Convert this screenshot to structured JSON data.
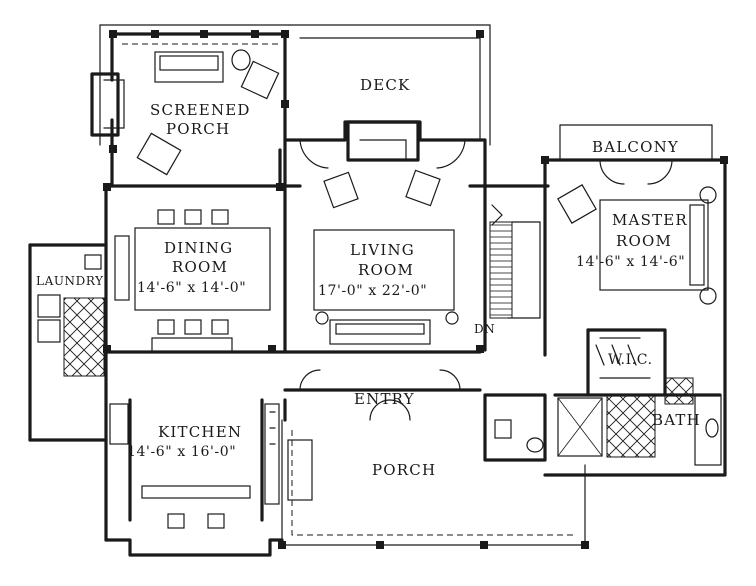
{
  "rooms": {
    "deck": "DECK",
    "screened_porch": [
      "SCREENED",
      "PORCH"
    ],
    "balcony": "BALCONY",
    "dining_room": [
      "DINING",
      "ROOM"
    ],
    "dining_dim": "14'-6\" x 14'-0\"",
    "living_room": [
      "LIVING",
      "ROOM"
    ],
    "living_dim": "17'-0\" x 22'-0\"",
    "master_room": [
      "MASTER",
      "ROOM"
    ],
    "master_dim": "14'-6\" x 14'-6\"",
    "laundry": "LAUNDRY",
    "dn": "DN",
    "wic": "W.I.C.",
    "entry": "ENTRY",
    "kitchen": "KITCHEN",
    "kitchen_dim": "14'-6\" x 16'-0\"",
    "bath": "BATH",
    "porch": "PORCH"
  },
  "icons": {
    "fireplace": "fireplace-icon",
    "chair": "armchair-icon",
    "sofa": "sofa-icon",
    "bed": "bed-icon",
    "table": "dining-table-icon",
    "stairs": "staircase-icon",
    "tub": "bathtub-icon",
    "toilet": "toilet-icon",
    "washer": "washer-icon"
  },
  "colors": {
    "ink": "#1a1a1a",
    "paper": "#ffffff"
  }
}
